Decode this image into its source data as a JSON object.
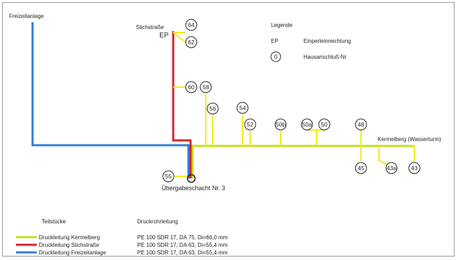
{
  "colors": {
    "kermelberg": "#c6df1a",
    "stichstrasse": "#d8222a",
    "freizeitanlage": "#2e7ed6",
    "service": "#f3ea1b"
  },
  "labels": {
    "freizeitanlage": "Freizeitanlage",
    "stichstrasse": "Stichstraße",
    "ep": "EP",
    "kermelberg_wasserturm": "Kermelberg (Wasserturm)",
    "uebergabeschacht": "Übergabeschacht Nr. 3"
  },
  "legend": {
    "title": "Legende",
    "ep_key": "EP",
    "ep_desc": "Einperleinreichtung",
    "house_key": "0",
    "house_desc": "Hausanschluß-Nr"
  },
  "house_numbers": [
    "64",
    "62",
    "60",
    "58",
    "56",
    "54",
    "52",
    "50b",
    "50a",
    "50",
    "48",
    "45",
    "43a",
    "43",
    "55"
  ],
  "table": {
    "header_parts": "Teilstücke",
    "header_pipe": "Druckrohrleitung",
    "rows": [
      {
        "name": "Druckleitung Kermelberg",
        "spec": "PE 100 SDR 17, DA 75, Di=66,0 mm",
        "color_key": "kermelberg"
      },
      {
        "name": "Druckleitung Stichstraße",
        "spec": "PE 100 SDR 17, DA 63, Di=55,4 mm",
        "color_key": "stichstrasse"
      },
      {
        "name": "Druckleitung Freizeitanlage",
        "spec": "PE 100 SDR 17, DA 63, Di=55,4 mm",
        "color_key": "freizeitanlage"
      }
    ]
  }
}
